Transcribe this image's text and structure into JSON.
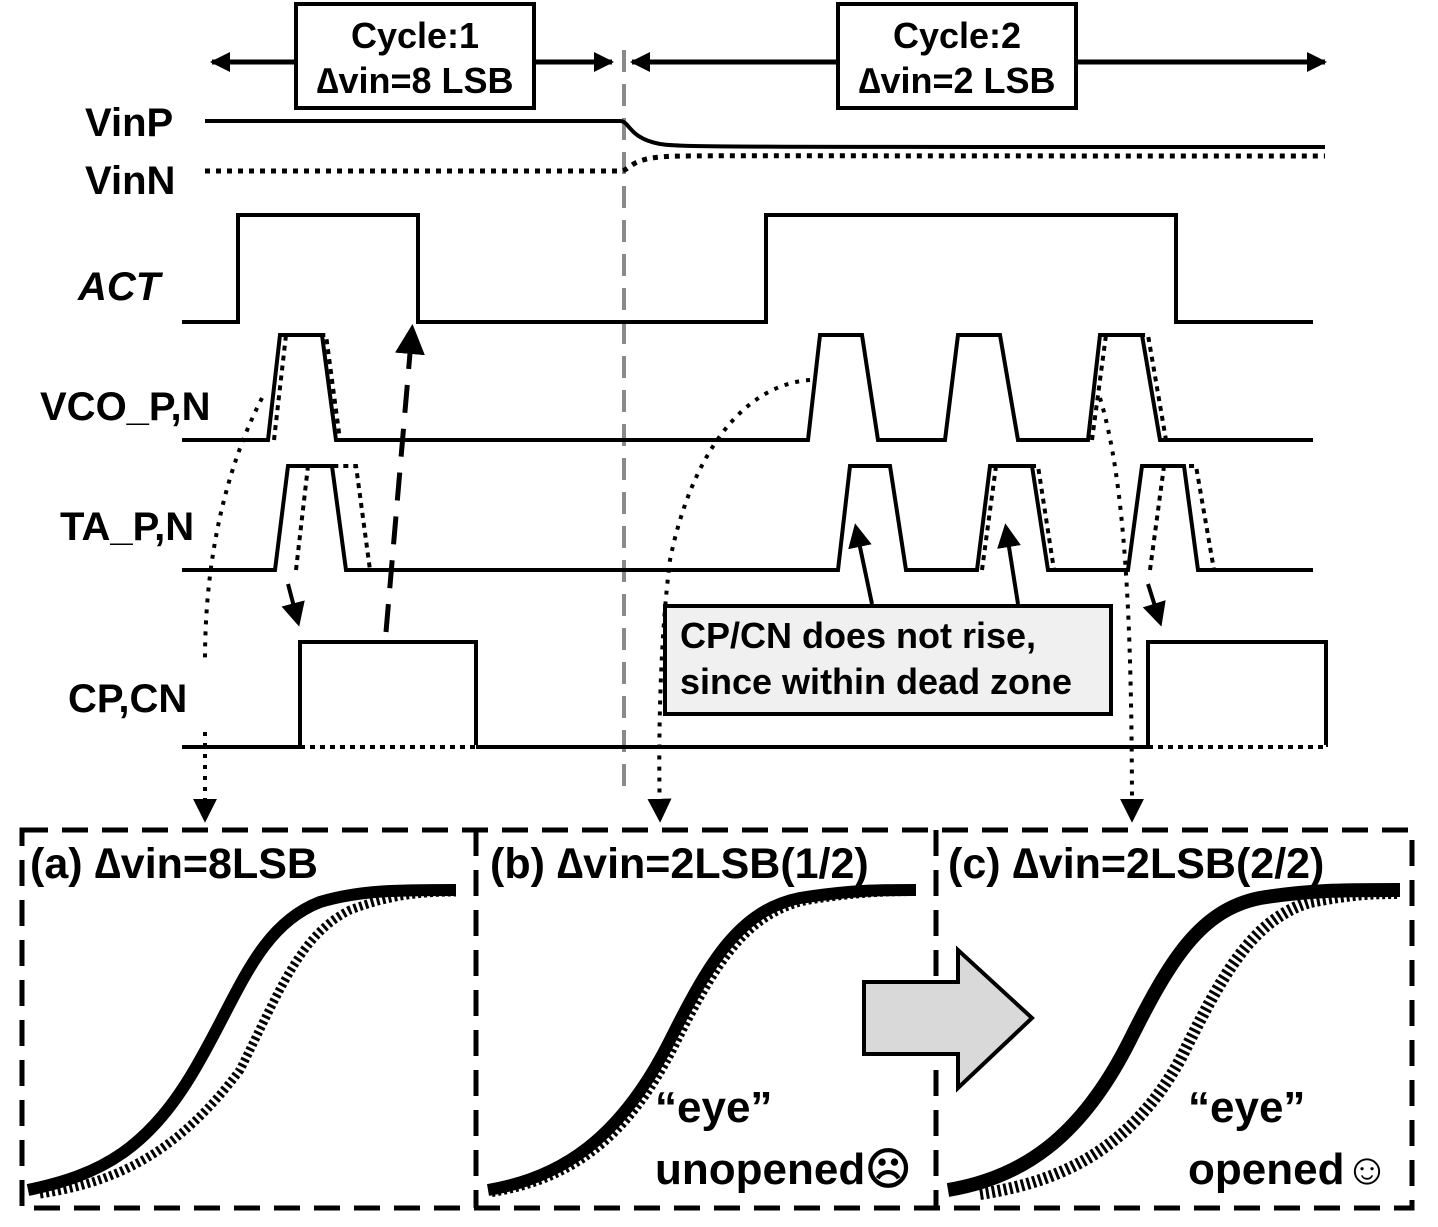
{
  "cycles": [
    {
      "label": "Cycle:1",
      "dvin": "∆vin=8 LSB"
    },
    {
      "label": "Cycle:2",
      "dvin": "∆vin=2 LSB"
    }
  ],
  "signals": {
    "vinp": "VinP",
    "vinn": "VinN",
    "act": "ACT",
    "vco": "VCO_P,N",
    "ta": "TA_P,N",
    "cp": "CP,CN"
  },
  "callout": {
    "line1": "CP/CN does not rise,",
    "line2": "since within dead zone"
  },
  "panels": [
    {
      "title": "(a) ∆vin=8LSB"
    },
    {
      "title": "(b) ∆vin=2LSB(1/2)",
      "eye_quote": "“eye”",
      "eye_state": "unopened☹"
    },
    {
      "title": "(c) ∆vin=2LSB(2/2)",
      "eye_quote": "“eye”",
      "eye_state": "opened☺"
    }
  ],
  "colors": {
    "ink": "#000000",
    "divider": "#8a8a8a",
    "callout_fill": "#f0f0f0",
    "arrow_fill": "#d9d9d9"
  }
}
